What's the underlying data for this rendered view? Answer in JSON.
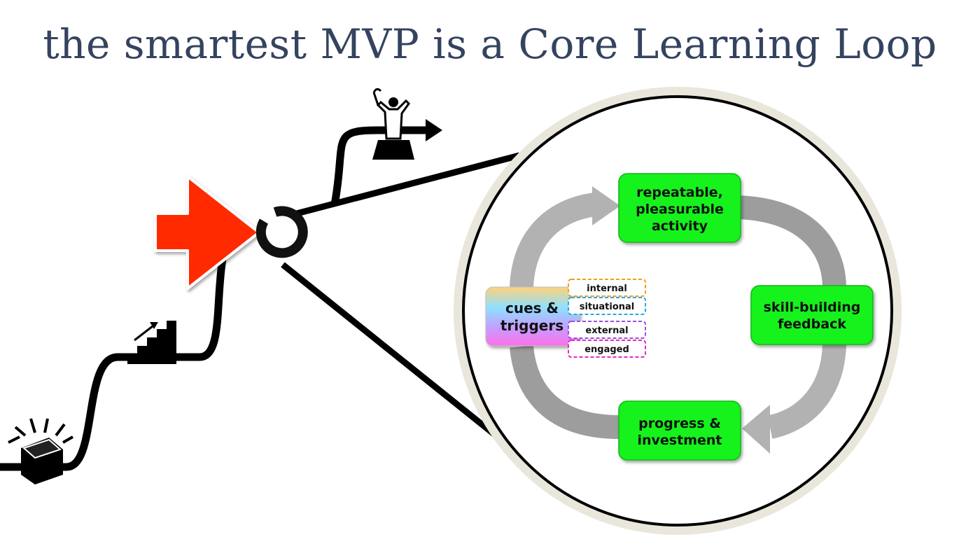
{
  "title": "the smartest MVP is a Core Learning Loop",
  "loop": {
    "activity": [
      "repeatable,",
      "pleasurable",
      "activity"
    ],
    "feedback": [
      "skill-building",
      "feedback"
    ],
    "progress": [
      "progress &",
      "investment"
    ],
    "cues": [
      "cues &",
      "triggers"
    ]
  },
  "trigger_tags": [
    {
      "label": "internal",
      "color": "#f0a020"
    },
    {
      "label": "situational",
      "color": "#2aa8e0"
    },
    {
      "label": "external",
      "color": "#9a4fe0"
    },
    {
      "label": "engaged",
      "color": "#e02ac0"
    }
  ],
  "colors": {
    "title": "#34435f",
    "accent_arrow": "#ff2a00",
    "loop_box": "#19f21e",
    "loop_arrow": "#a8a8a8"
  },
  "icons": [
    "gift-box-icon",
    "stairs-icon",
    "start-arrow-icon",
    "ring-icon",
    "victory-figure-icon",
    "magnifier-lens"
  ]
}
